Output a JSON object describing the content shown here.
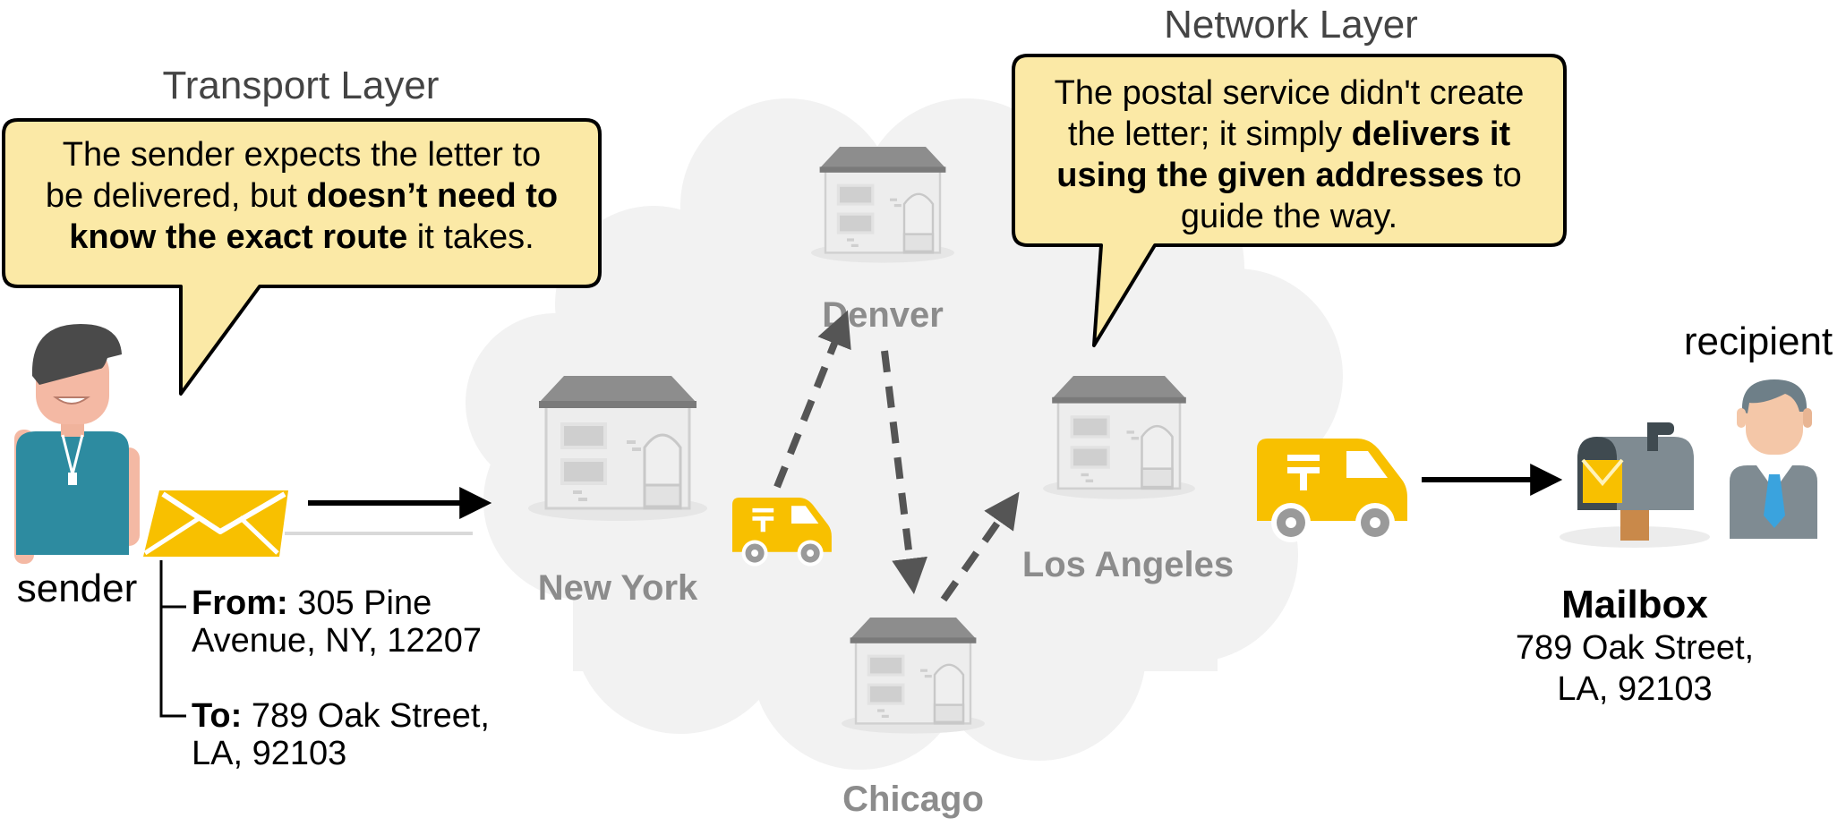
{
  "transport": {
    "layer_title": "Transport Layer",
    "bubble": {
      "line1": "The sender expects the letter to",
      "line2_normal": "be delivered, but ",
      "line2_bold": "doesn’t need to",
      "line3_bold": "know the exact route",
      "line3_normal": " it takes."
    }
  },
  "network": {
    "layer_title": "Network Layer",
    "bubble": {
      "line1": "The postal service didn't create",
      "line2_normal": "the letter; it simply ",
      "line2_bold": "delivers it",
      "line3_bold": "using the given addresses",
      "line3_normal": " to",
      "line4": "guide the way."
    }
  },
  "sender": {
    "label": "sender",
    "from_label": "From:",
    "from_value_1": " 305 Pine",
    "from_value_2": "Avenue, NY, 12207",
    "to_label": "To:",
    "to_value_1": " 789 Oak Street,",
    "to_value_2": "LA, 92103"
  },
  "cities": {
    "new_york": "New York",
    "denver": "Denver",
    "chicago": "Chicago",
    "los_angeles": "Los Angeles"
  },
  "recipient": {
    "label": "recipient",
    "mailbox_title": "Mailbox",
    "address_1": "789 Oak Street,",
    "address_2": "LA, 92103"
  },
  "colors": {
    "bubble_fill": "#fbe9a6",
    "envelope": "#f8c000",
    "truck": "#f8c000",
    "cloud": "#f2f2f2",
    "city_text": "#8c8c8c",
    "arrow_dashed": "#555555"
  }
}
